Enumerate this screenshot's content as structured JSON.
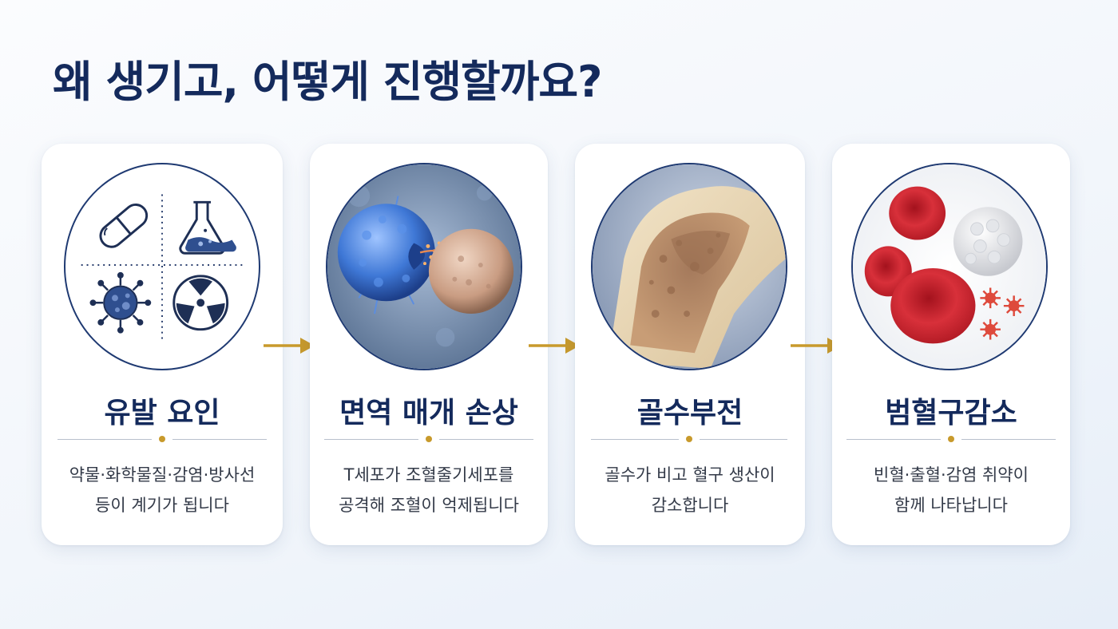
{
  "title": "왜 생기고, 어떻게 진행할까요?",
  "accent_color": "#c89a2c",
  "title_color": "#142a5c",
  "steps": [
    {
      "title": "유발 요인",
      "desc_line1": "약물·화학물질·감염·방사선",
      "desc_line2": "등이 계기가 됩니다",
      "icons": [
        "pill-icon",
        "flask-icon",
        "virus-icon",
        "radiation-icon"
      ]
    },
    {
      "title": "면역 매개 손상",
      "desc_line1": "T세포가 조혈줄기세포를",
      "desc_line2": "공격해 조혈이 억제됩니다",
      "icons": [
        "t-cell-attack-illustration"
      ]
    },
    {
      "title": "골수부전",
      "desc_line1": "골수가 비고 혈구 생산이",
      "desc_line2": "감소합니다",
      "icons": [
        "bone-marrow-illustration"
      ]
    },
    {
      "title": "범혈구감소",
      "desc_line1": "빈혈·출혈·감염 취약이",
      "desc_line2": "함께 나타납니다",
      "icons": [
        "blood-cells-illustration"
      ]
    }
  ]
}
